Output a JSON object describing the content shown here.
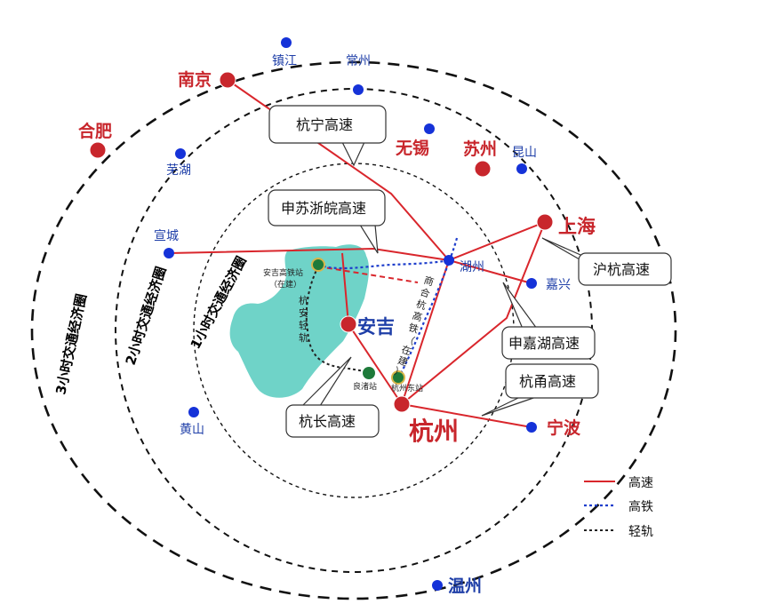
{
  "rings": {
    "ring3": "3小时交通经济圈",
    "ring2": "2小时交通经济圈",
    "ring1": "1小时交通经济圈"
  },
  "cities": {
    "nanjing": "南京",
    "hefei": "合肥",
    "wuxi": "无锡",
    "suzhou": "苏州",
    "shanghai": "上海",
    "anji": "安吉",
    "hangzhou": "杭州",
    "ningbo": "宁波"
  },
  "towns": {
    "zhenjiang": "镇江",
    "changzhou": "常州",
    "wuhu": "芜湖",
    "kunshan": "昆山",
    "xuancheng": "宣城",
    "huzhou": "湖州",
    "jiaxing": "嘉兴",
    "huangshan": "黄山",
    "wenzhou": "温州"
  },
  "stations": {
    "anji_hsr_1": "安吉高铁站",
    "anji_hsr_2": "（在建）",
    "liangzhu": "良渚站",
    "hangzhou_east": "杭州东站"
  },
  "lines": {
    "hang_an_rail": [
      "杭",
      "安",
      "轻",
      "轨"
    ],
    "shang_he_hangzhou_hsr": [
      "商",
      "合",
      "杭",
      "高",
      "铁",
      "（",
      "在",
      "建",
      "）"
    ]
  },
  "callouts": {
    "hangning": "杭宁高速",
    "shensuzhewan": "申苏浙皖高速",
    "huhang": "沪杭高速",
    "shenjiahu": "申嘉湖高速",
    "hangyong": "杭甬高速",
    "hangchang": "杭长高速"
  },
  "legend": {
    "highway": "高速",
    "hsr": "高铁",
    "light_rail": "轻轨"
  },
  "colors": {
    "highway": "#d9262c",
    "hsr": "#1f3fcc",
    "light_rail": "#333333",
    "lake": "#6fd3c8",
    "major_city_dot": "#c8262c",
    "minor_city_dot": "#1532d8",
    "station_dot": "#1e7a3a"
  }
}
